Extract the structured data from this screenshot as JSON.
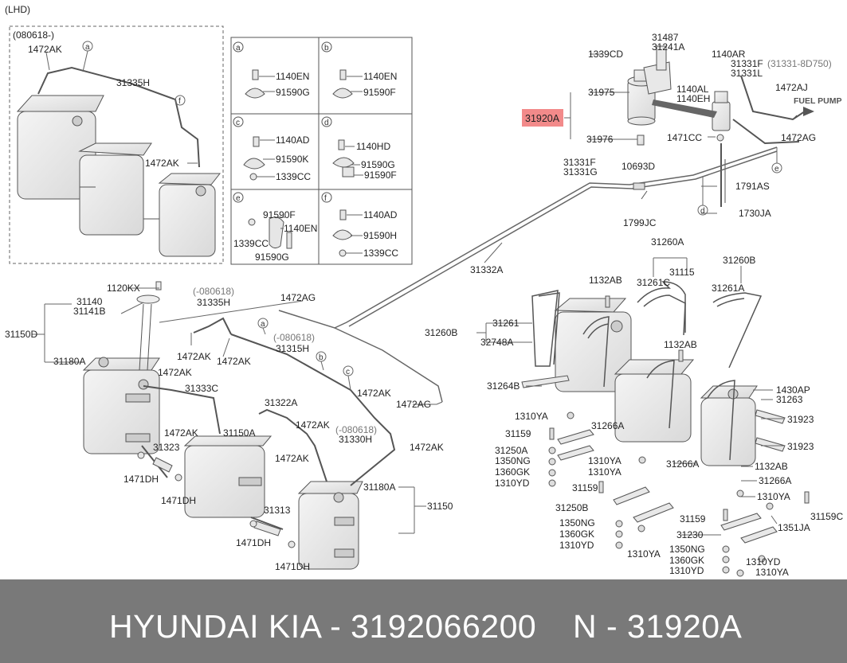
{
  "header": {
    "lhd": "(LHD)",
    "inset_date": "(080618-)"
  },
  "legend": {
    "a": {
      "letter": "a",
      "parts": [
        "1140EN",
        "91590G"
      ]
    },
    "b": {
      "letter": "b",
      "parts": [
        "1140EN",
        "91590F"
      ]
    },
    "c": {
      "letter": "c",
      "parts": [
        "1140AD",
        "91590K",
        "1339CC"
      ]
    },
    "d": {
      "letter": "d",
      "parts": [
        "1140HD",
        "91590G",
        "91590F"
      ]
    },
    "e": {
      "letter": "e",
      "parts": [
        "91590F",
        "1140EN",
        "1339CC",
        "91590G"
      ]
    },
    "f": {
      "letter": "f",
      "parts": [
        "1140AD",
        "91590H",
        "1339CC"
      ]
    }
  },
  "fuel_pump_label": "FUEL PUMP",
  "highlighted_part": "31920A",
  "part_labels": {
    "l1339cd": "1339CD",
    "l31487": "31487",
    "l31241a": "31241A",
    "l1140ar": "1140AR",
    "l31331f_t": "31331F",
    "l31331_8d750": "(31331-8D750)",
    "l31331l": "31331L",
    "l31975": "31975",
    "l1140al": "1140AL",
    "l1140eh": "1140EH",
    "l1472aj": "1472AJ",
    "l31976": "31976",
    "l1471cc": "1471CC",
    "l1472ag_r": "1472AG",
    "l31331f_m": "31331F",
    "l31331g": "31331G",
    "l10693d": "10693D",
    "l1791as": "1791AS",
    "l1799jc": "1799JC",
    "l1730ja": "1730JA",
    "l31332a": "31332A",
    "ins_1472ak_a": "1472AK",
    "ins_31335h": "31335H",
    "ins_1472ak_b": "1472AK",
    "l1120kx": "1120KX",
    "l080618_a": "(-080618)",
    "l31335h": "31335H",
    "l1472ag_m": "1472AG",
    "l31140": "31140",
    "l31141b": "31141B",
    "l31150d": "31150D",
    "l31180a_l": "31180A",
    "l1472ak_1": "1472AK",
    "l1472ak_2": "1472AK",
    "l080618_b": "(-080618)",
    "l31315h": "31315H",
    "l1472ak_3": "1472AK",
    "l31333c": "31333C",
    "l1472ak_4": "1472AK",
    "l1472ag_l": "1472AG",
    "l31322a": "31322A",
    "l1472ak_5": "1472AK",
    "l080618_c": "(-080618)",
    "l31330h": "31330H",
    "l1472ak_6": "1472AK",
    "l31150a": "31150A",
    "l1472ak_7": "1472AK",
    "l1472ak_8": "1472AK",
    "l31323": "31323",
    "l1471dh_1": "1471DH",
    "l1471dh_2": "1471DH",
    "l31180a_r": "31180A",
    "l31150": "31150",
    "l31313": "31313",
    "l1471dh_3": "1471DH",
    "l1471dh_4": "1471DH",
    "l31260a": "31260A",
    "l31115": "31115",
    "l1132ab_t": "1132AB",
    "l31261c": "31261C",
    "l31260b": "31260B",
    "l31261a": "31261A",
    "l31260b_l": "31260B",
    "l31261": "31261",
    "l32748a": "32748A",
    "l1132ab_m": "1132AB",
    "l1430ap": "1430AP",
    "l31263": "31263",
    "l31264b": "31264B",
    "l31923_1": "31923",
    "l31923_2": "31923",
    "l1310ya_1": "1310YA",
    "l31266a_1": "31266A",
    "l31159_1": "31159",
    "l31250a": "31250A",
    "l1350ng_1": "1350NG",
    "l1360gk_1": "1360GK",
    "l1310yd_1": "1310YD",
    "l1310ya_2": "1310YA",
    "l1310ya_3": "1310YA",
    "l31266a_2": "31266A",
    "l1132ab_b": "1132AB",
    "l31266a_3": "31266A",
    "l31159_2": "31159",
    "l1310ya_4": "1310YA",
    "l31250b": "31250B",
    "l31159c": "31159C",
    "l1350ng_2": "1350NG",
    "l31159_3": "31159",
    "l1360gk_2": "1360GK",
    "l31230": "31230",
    "l1351ja": "1351JA",
    "l1310yd_2": "1310YD",
    "l1310ya_5": "1310YA",
    "l1350ng_3": "1350NG",
    "l1360gk_3": "1360GK",
    "l1310yd_3": "1310YD",
    "l1310yd_4": "1310YD",
    "l1310ya_6": "1310YA"
  },
  "footer": {
    "brand": "HYUNDAI  KIA - 3192066200",
    "part": "N - 31920A"
  }
}
